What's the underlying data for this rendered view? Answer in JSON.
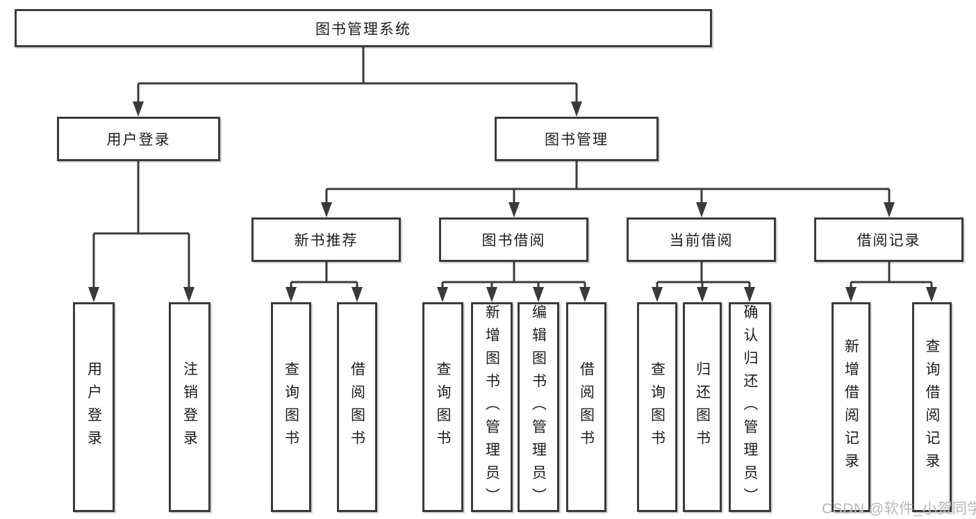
{
  "diagram": {
    "root": {
      "label": "图书管理系统"
    },
    "level2": [
      {
        "label": "用户登录"
      },
      {
        "label": "图书管理"
      }
    ],
    "level3": [
      {
        "label": "新书推荐",
        "parent": "图书管理"
      },
      {
        "label": "图书借阅",
        "parent": "图书管理"
      },
      {
        "label": "当前借阅",
        "parent": "图书管理"
      },
      {
        "label": "借阅记录",
        "parent": "图书管理"
      }
    ],
    "leaves": [
      {
        "label": "用户登录",
        "parent": "用户登录"
      },
      {
        "label": "注销登录",
        "parent": "用户登录"
      },
      {
        "label": "查询图书",
        "parent": "新书推荐"
      },
      {
        "label": "借阅图书",
        "parent": "新书推荐"
      },
      {
        "label": "查询图书",
        "parent": "图书借阅"
      },
      {
        "label": "新增图书（管理员）",
        "parent": "图书借阅"
      },
      {
        "label": "编辑图书（管理员）",
        "parent": "图书借阅"
      },
      {
        "label": "借阅图书",
        "parent": "图书借阅"
      },
      {
        "label": "查询图书",
        "parent": "当前借阅"
      },
      {
        "label": "归还图书",
        "parent": "当前借阅"
      },
      {
        "label": "确认归还（管理员）",
        "parent": "当前借阅"
      },
      {
        "label": "新增借阅记录",
        "parent": "借阅记录"
      },
      {
        "label": "查询借阅记录",
        "parent": "借阅记录"
      }
    ]
  },
  "watermark": {
    "text": "CSDN @软件_小贺同学"
  },
  "colors": {
    "line": "#3a3a3a",
    "box_border": "#3a3a3a",
    "text": "#1c1c1c",
    "background": "#ffffff",
    "watermark": "#b7b7bc"
  }
}
